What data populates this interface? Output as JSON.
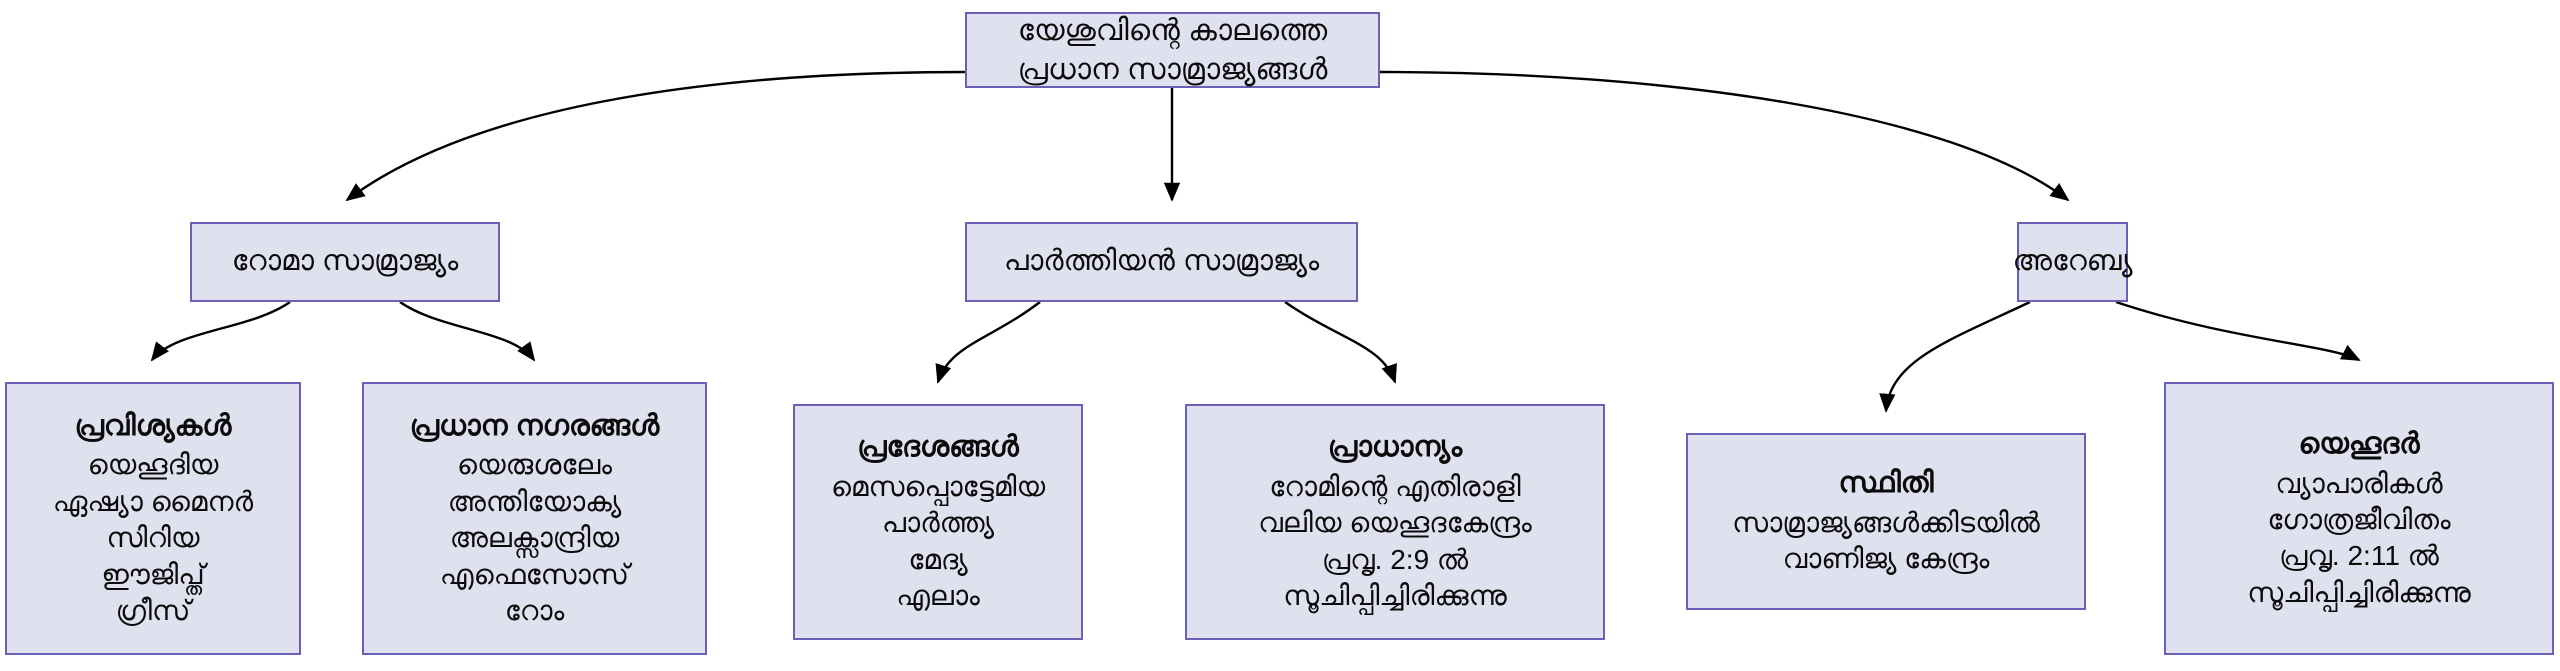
{
  "diagram": {
    "type": "hierarchy-flowchart",
    "language": "Malayalam",
    "background_color": "#ffffff",
    "node_fill_color": "#dfe1ef",
    "node_border_color": "#6b5fb8",
    "edge_color": "#000000",
    "root": {
      "id": "root",
      "lines": [
        "യേശുവിന്റെ കാലത്തെ",
        "പ്രധാന സാമ്രാജ്യങ്ങൾ"
      ]
    },
    "empires": [
      {
        "id": "rome",
        "label": "റോമാ സാമ്രാജ്യം"
      },
      {
        "id": "parthia",
        "label": "പാർത്തിയൻ സാമ്രാജ്യം"
      },
      {
        "id": "arabia",
        "label": "അറേബ്യ"
      }
    ],
    "details": [
      {
        "id": "provinces",
        "parent": "rome",
        "title": "പ്രവിശ്യകൾ",
        "items": [
          "യെഹൂദിയ",
          "ഏഷ്യാ മൈനർ",
          "സിറിയ",
          "ഈജിപ്ത്",
          "ഗ്രീസ്"
        ]
      },
      {
        "id": "cities",
        "parent": "rome",
        "title": "പ്രധാന നഗരങ്ങൾ",
        "items": [
          "യെരുശലേം",
          "അന്തിയോക്യ",
          "അലക്സാന്ദ്രിയ",
          "എഫെസോസ്",
          "റോം"
        ]
      },
      {
        "id": "regions",
        "parent": "parthia",
        "title": "പ്രദേശങ്ങൾ",
        "items": [
          "മെസപ്പൊട്ടേമിയ",
          "പാർത്ത്യ",
          "മേദ്യ",
          "എലാം"
        ]
      },
      {
        "id": "significance",
        "parent": "parthia",
        "title": "പ്രാധാന്യം",
        "items": [
          "റോമിന്റെ എതിരാളി",
          "വലിയ യെഹൂദകേന്ദ്രം",
          "പ്രവൃ. 2:9 ൽ",
          "സൂചിപ്പിച്ചിരിക്കുന്നു"
        ]
      },
      {
        "id": "status",
        "parent": "arabia",
        "title": "സ്ഥിതി",
        "items": [
          "സാമ്രാജ്യങ്ങൾക്കിടയിൽ",
          "വാണിജ്യ കേന്ദ്രം"
        ]
      },
      {
        "id": "jews",
        "parent": "arabia",
        "title": "യെഹൂദർ",
        "items": [
          "വ്യാപാരികൾ",
          "ഗോത്രജീവിതം",
          "പ്രവൃ. 2:11 ൽ",
          "സൂചിപ്പിച്ചിരിക്കുന്നു"
        ]
      }
    ]
  }
}
